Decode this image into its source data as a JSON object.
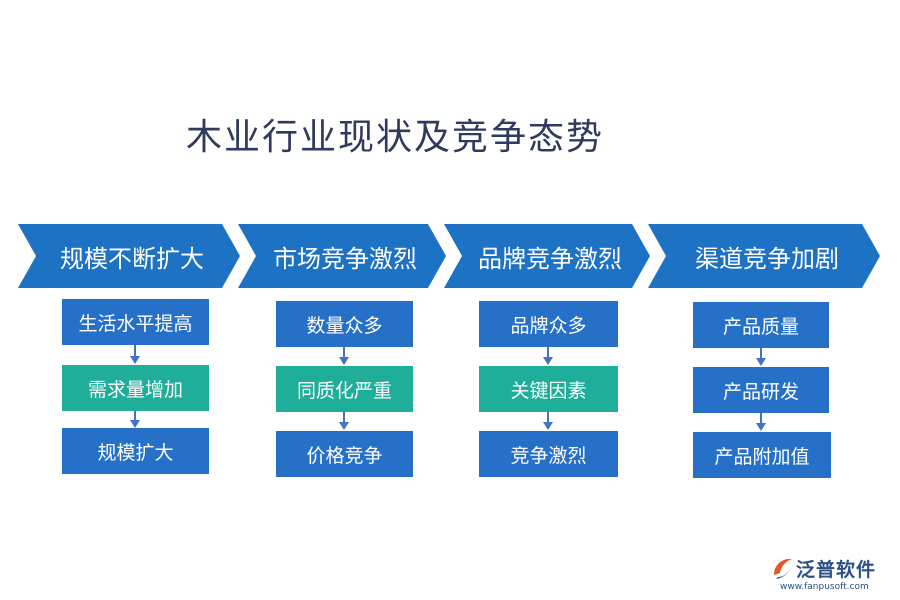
{
  "title": "木业行业现状及竞争态势",
  "colors": {
    "banner": "#1e72c4",
    "box_blue": "#2671c7",
    "box_teal": "#1fae99",
    "arrow": "#4472c4",
    "title": "#2f3b5c"
  },
  "columns": [
    {
      "header": "规模不断扩大",
      "items": [
        {
          "label": "生活水平提高",
          "color": "blue"
        },
        {
          "label": "需求量增加",
          "color": "teal"
        },
        {
          "label": "规模扩大",
          "color": "blue"
        }
      ]
    },
    {
      "header": "市场竞争激烈",
      "items": [
        {
          "label": "数量众多",
          "color": "blue"
        },
        {
          "label": "同质化严重",
          "color": "teal"
        },
        {
          "label": "价格竞争",
          "color": "blue"
        }
      ]
    },
    {
      "header": "品牌竞争激烈",
      "items": [
        {
          "label": "品牌众多",
          "color": "blue"
        },
        {
          "label": "关键因素",
          "color": "teal"
        },
        {
          "label": "竞争激烈",
          "color": "blue"
        }
      ]
    },
    {
      "header": "渠道竞争加剧",
      "items": [
        {
          "label": "产品质量",
          "color": "blue"
        },
        {
          "label": "产品研发",
          "color": "blue"
        },
        {
          "label": "产品附加值",
          "color": "blue"
        }
      ]
    }
  ],
  "logo": {
    "name": "泛普软件",
    "url": "www.fanpusoft.com"
  }
}
